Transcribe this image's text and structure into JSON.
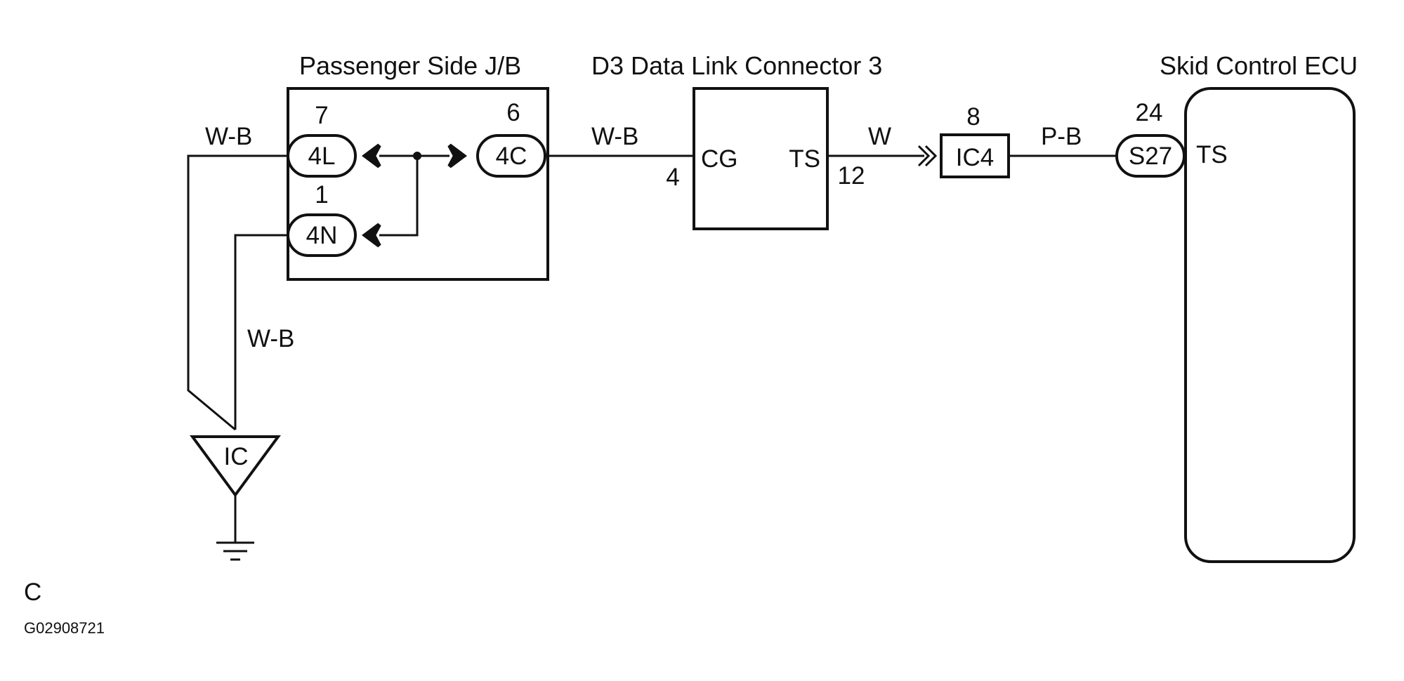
{
  "title_jb": "Passenger Side J/B",
  "title_dlc": "D3 Data Link Connector 3",
  "title_ecu": "Skid Control ECU",
  "jb": {
    "pin_4L_num": "7",
    "pin_4L_label": "4L",
    "pin_4C_num": "6",
    "pin_4C_label": "4C",
    "pin_4N_num": "1",
    "pin_4N_label": "4N"
  },
  "dlc": {
    "cg_label": "CG",
    "ts_label": "TS",
    "cg_pin": "4",
    "ts_pin": "12"
  },
  "ic4": {
    "label": "IC4",
    "pin": "8"
  },
  "ecu": {
    "connector": "S27",
    "pin": "24",
    "terminal": "TS"
  },
  "wires": {
    "w_left_top": "W-B",
    "w_left_lower": "W-B",
    "w_jb_dlc": "W-B",
    "w_dlc_ic4": "W",
    "w_ic4_ecu": "P-B"
  },
  "ground": {
    "label": "IC"
  },
  "footer": {
    "letter": "C",
    "code": "G02908721"
  },
  "colors": {
    "line": "#111111",
    "background": "#ffffff"
  }
}
